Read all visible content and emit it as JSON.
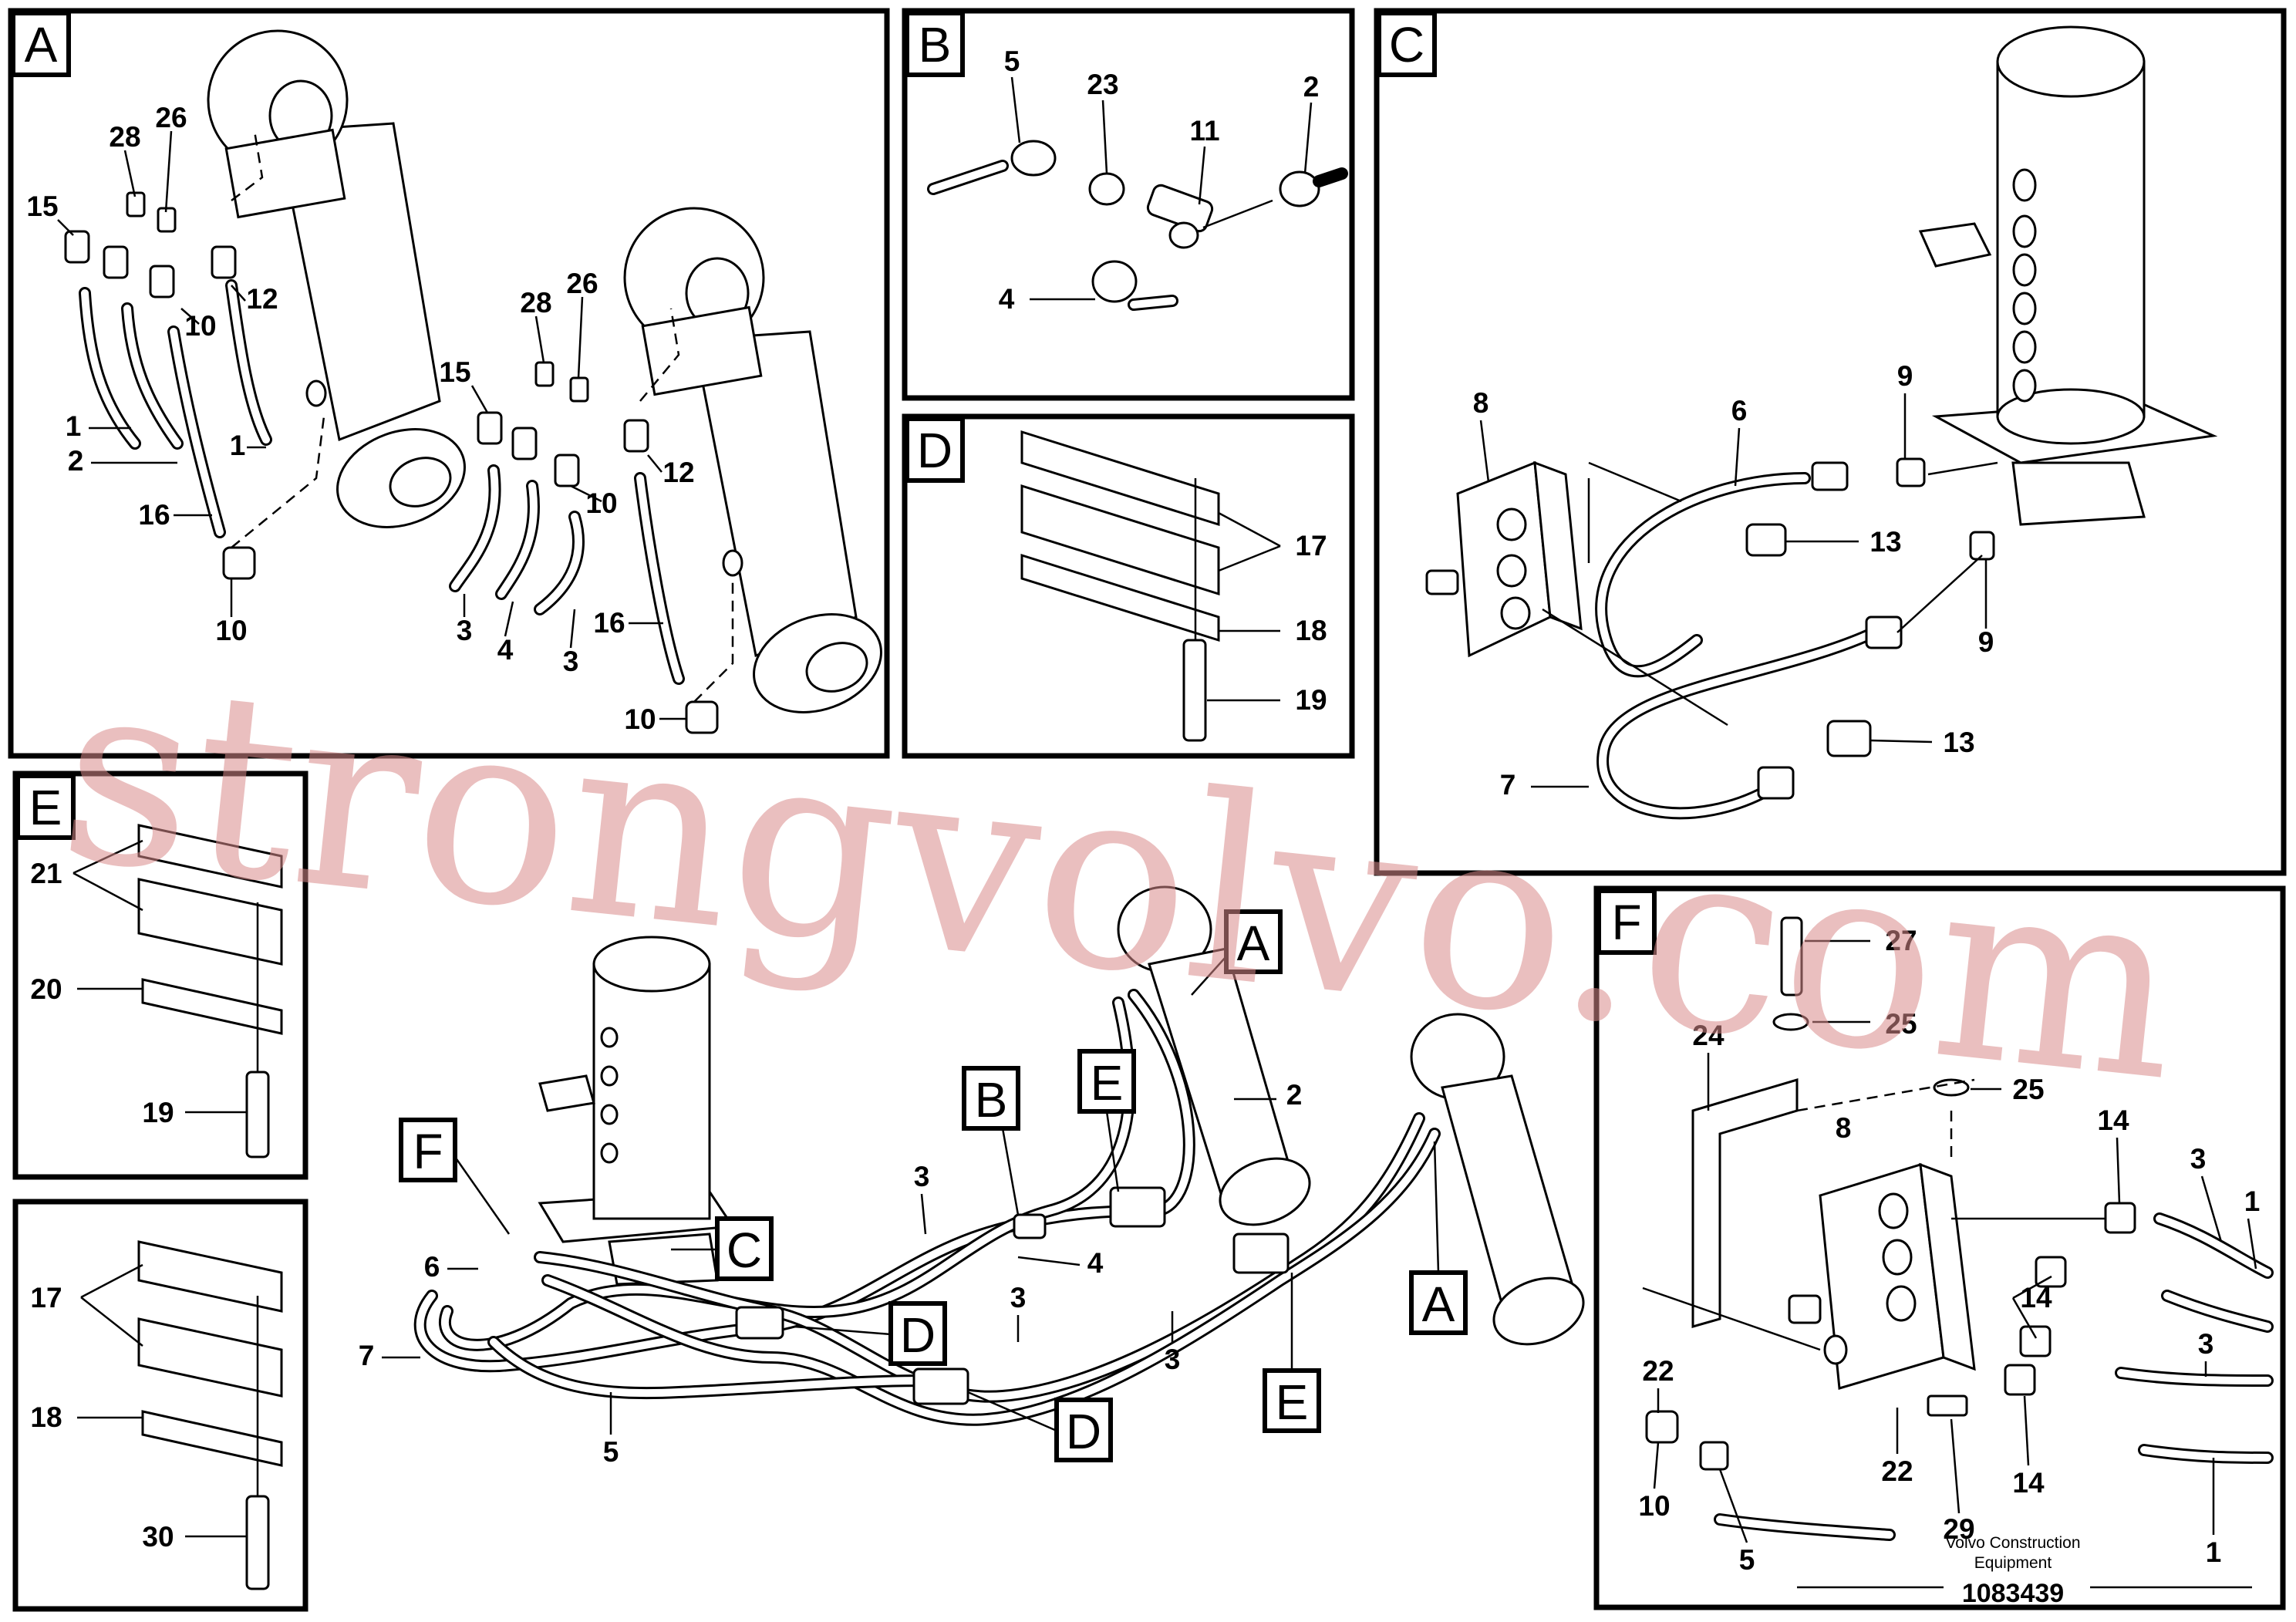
{
  "panels": {
    "A": {
      "letter": "A",
      "labels": [
        "28",
        "26",
        "15",
        "10",
        "12",
        "1",
        "2",
        "1",
        "16",
        "10",
        "28",
        "26",
        "15",
        "12",
        "10",
        "3",
        "4",
        "3",
        "16",
        "10"
      ]
    },
    "B": {
      "letter": "B",
      "labels": [
        "5",
        "23",
        "11",
        "2",
        "4"
      ]
    },
    "C": {
      "letter": "C",
      "labels": [
        "8",
        "6",
        "9",
        "13",
        "9",
        "13",
        "7"
      ]
    },
    "D": {
      "letter": "D",
      "labels": [
        "17",
        "18",
        "19"
      ]
    },
    "E": {
      "letter": "E",
      "labels": [
        "21",
        "20",
        "19"
      ]
    },
    "G": {
      "labels": [
        "17",
        "18",
        "30"
      ]
    },
    "F": {
      "letter": "F",
      "labels": [
        "27",
        "24",
        "25",
        "25",
        "8",
        "14",
        "3",
        "1",
        "14",
        "3",
        "22",
        "22",
        "29",
        "14",
        "10",
        "5",
        "1"
      ]
    }
  },
  "overview": {
    "callouts": [
      "A",
      "B",
      "E",
      "F",
      "C",
      "D",
      "D",
      "E",
      "A"
    ],
    "labels": [
      "2",
      "3",
      "4",
      "3",
      "3",
      "6",
      "7",
      "5"
    ]
  },
  "footer": {
    "company_line1": "Volvo Construction",
    "company_line2": "Equipment",
    "doc_number": "1083439"
  },
  "watermark": "strongvolvo.com"
}
